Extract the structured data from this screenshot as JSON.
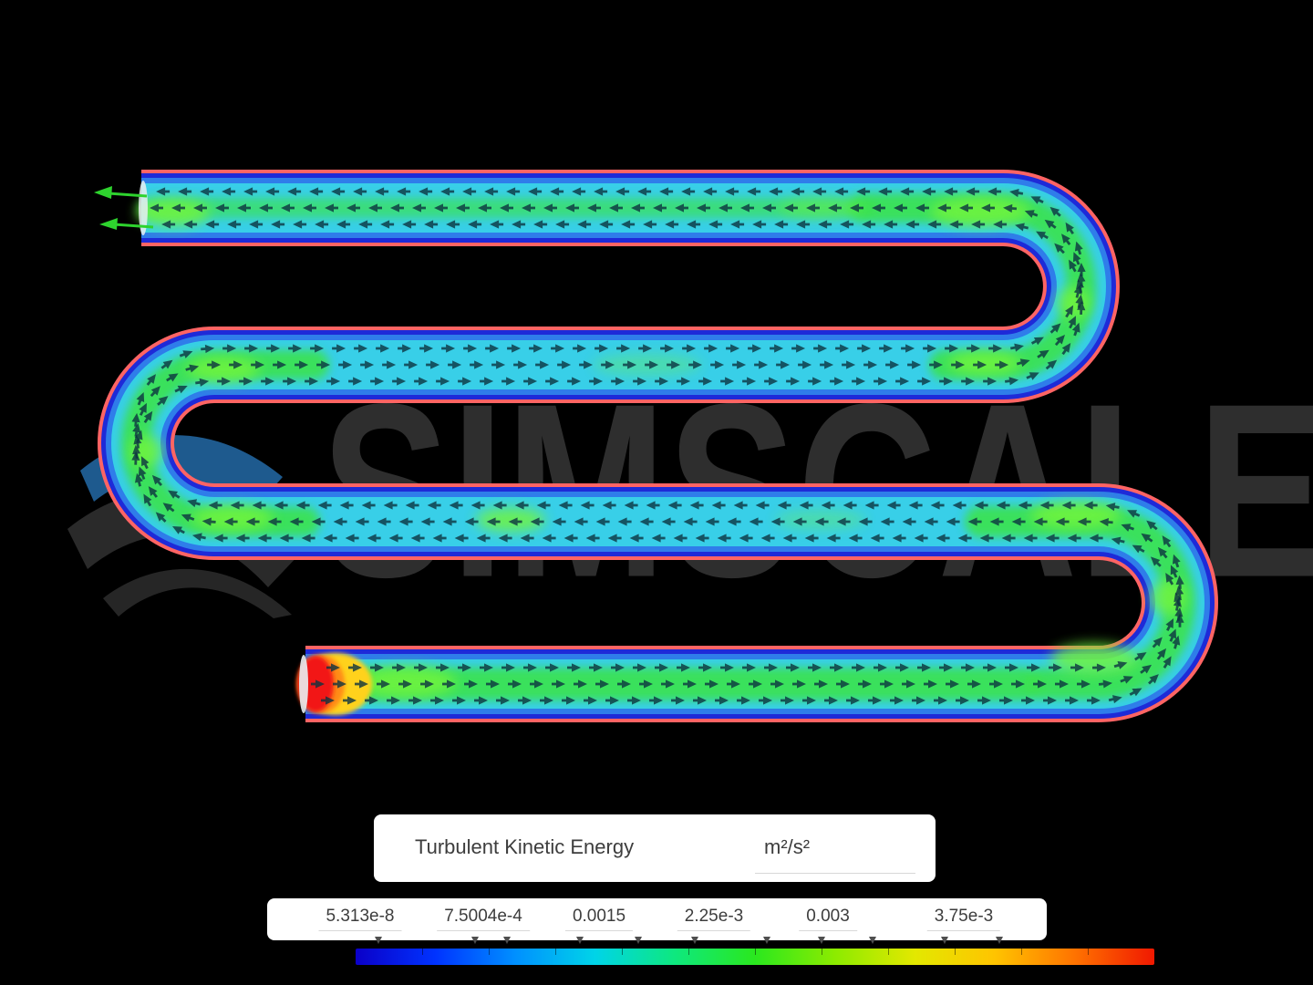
{
  "app": {
    "watermark_text": "SIMSCALE"
  },
  "viewer": {
    "background_color": "#000000",
    "field_label": "Turbulent Kinetic Energy",
    "unit": "m²/s²",
    "scale_values": [
      "5.313e-8",
      "7.5004e-4",
      "0.0015",
      "2.25e-3",
      "0.003",
      "3.75e-3"
    ],
    "colorbar_stops": [
      "#0b00c8",
      "#0033ff",
      "#0090ff",
      "#00d4e8",
      "#0ee87e",
      "#2ae81e",
      "#8ceb00",
      "#e3e800",
      "#ffc400",
      "#ff7300",
      "#f01800"
    ],
    "pipe_palette": {
      "wall": "#ff6464",
      "low_band": "#1e2ad8",
      "mid_band": "#2f7dea",
      "core": "#38cfe8",
      "green": "#3ce24e",
      "green_bright": "#72f43c",
      "hot_yellow": "#ffd21e",
      "hot_orange": "#ff8b16",
      "hot_red": "#f21212",
      "end_face": "#e9eef2"
    },
    "flow": {
      "arrow_color": "#0c3340",
      "outlet_arrow_color": "#2ed32e"
    }
  }
}
